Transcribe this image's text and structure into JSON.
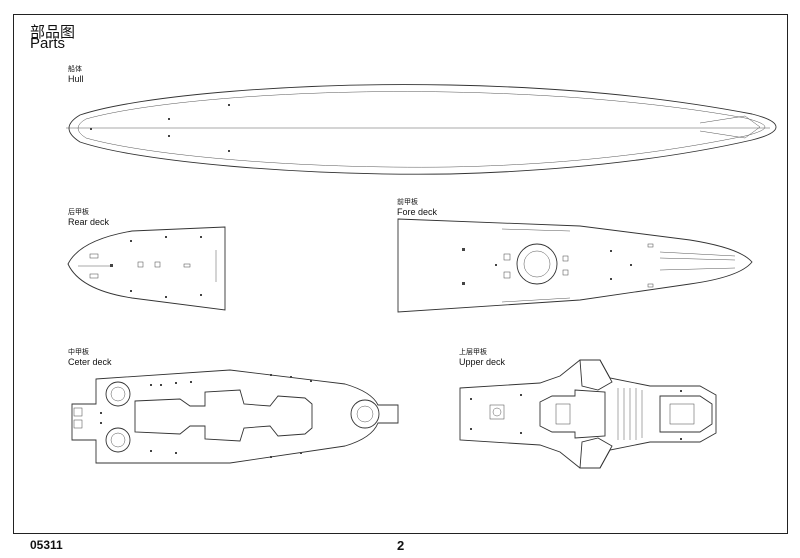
{
  "header": {
    "title_cn": "部品图",
    "title_en": "Parts"
  },
  "parts": [
    {
      "id": "hull",
      "label_cn": "船体",
      "label_en": "Hull"
    },
    {
      "id": "rear",
      "label_cn": "后甲板",
      "label_en": "Rear deck"
    },
    {
      "id": "fore",
      "label_cn": "前甲板",
      "label_en": "Fore deck"
    },
    {
      "id": "center",
      "label_cn": "中甲板",
      "label_en": "Ceter deck"
    },
    {
      "id": "upper",
      "label_cn": "上层甲板",
      "label_en": "Upper deck"
    }
  ],
  "footer": {
    "code": "05311",
    "page": "2"
  }
}
